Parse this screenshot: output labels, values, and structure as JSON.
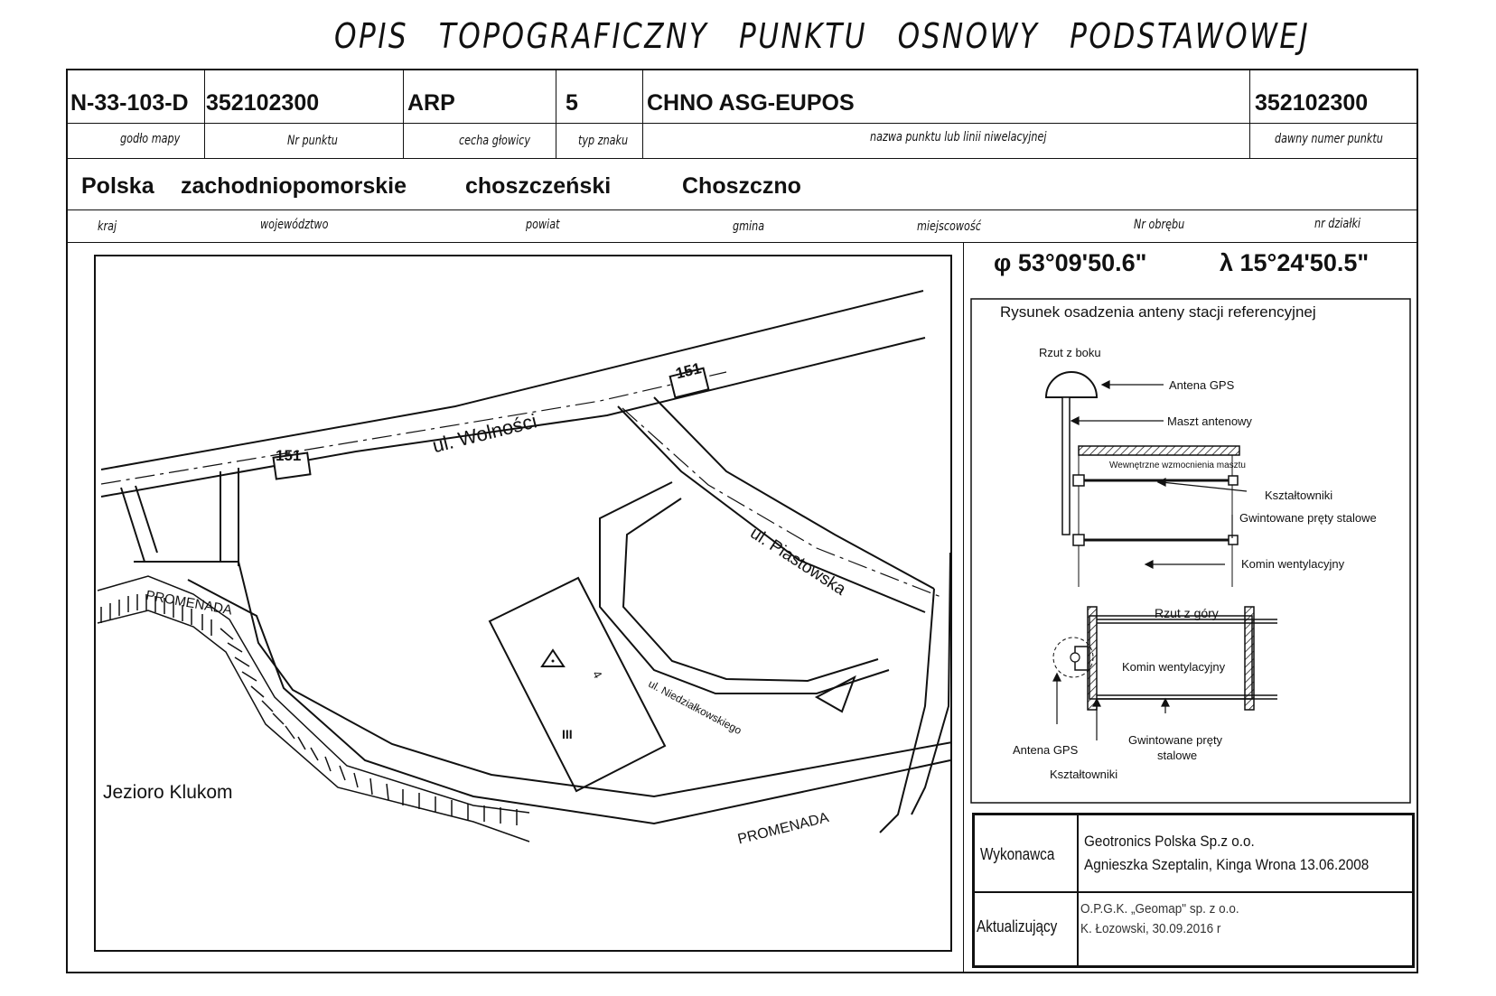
{
  "title": "OPIS TOPOGRAFICZNY PUNKTU OSNOWY PODSTAWOWEJ",
  "row1": {
    "godlo": "N-33-103-D",
    "nr_punktu": "352102300",
    "cecha": "ARP",
    "typ": "5",
    "nazwa": "CHNO ASG-EUPOS",
    "dawny_numer": "352102300"
  },
  "row1_captions": {
    "godlo": "godło mapy",
    "nr_punktu": "Nr punktu",
    "cecha": "cecha głowicy",
    "typ": "typ znaku",
    "nazwa": "nazwa punktu lub linii niwelacyjnej",
    "dawny_numer": "dawny numer punktu"
  },
  "row2": {
    "kraj": "Polska",
    "wojewodztwo": "zachodniopomorskie",
    "powiat": "choszczeński",
    "gmina": "Choszczno"
  },
  "row2_captions": {
    "kraj": "kraj",
    "wojewodztwo": "województwo",
    "powiat": "powiat",
    "gmina": "gmina",
    "miejscowosc": "miejscowość",
    "nr_obrebu": "Nr obrębu",
    "nr_dzialki": "nr działki"
  },
  "coords": {
    "phi": "φ 53°09'50.6\"",
    "lambda": "λ 15°24'50.5\""
  },
  "map": {
    "street_wolnosci": "ul. Wolności",
    "road_number": "151",
    "street_piastowska": "ul. Piastowska",
    "street_niedzialkowskiego": "ul. Niedziałkowskiego",
    "promenada": "PROMENADA",
    "lake": "Jezioro Klukom",
    "building_floors": "III",
    "marker": "4"
  },
  "diagram": {
    "title": "Rysunek osadzenia anteny stacji referencyjnej",
    "side_view": "Rzut z boku",
    "antenna_gps": "Antena GPS",
    "mast": "Maszt antenowy",
    "inner_reinforcement": "Wewnętrzne wzmocnienia masztu",
    "angle_bars": "Kształtowniki",
    "threaded_rods": "Gwintowane pręty stalowe",
    "chimney": "Komin wentylacyjny",
    "top_view": "Rzut z góry",
    "chimney_top": "Komin wentylacyjny",
    "antenna_gps_top": "Antena GPS",
    "threaded_rods_top_1": "Gwintowane pręty",
    "threaded_rods_top_2": "stalowe",
    "angle_bars_top": "Kształtowniki"
  },
  "footer": {
    "wykonawca_label": "Wykonawca",
    "wykonawca_line1": "Geotronics Polska Sp.z o.o.",
    "wykonawca_line2": "Agnieszka Szeptalin, Kinga Wrona   13.06.2008",
    "aktualizujacy_label": "Aktualizujący",
    "aktualizujacy_line1": "O.P.G.K. „Geomap\" sp. z o.o.",
    "aktualizujacy_line2": "K. Łozowski, 30.09.2016 r"
  }
}
